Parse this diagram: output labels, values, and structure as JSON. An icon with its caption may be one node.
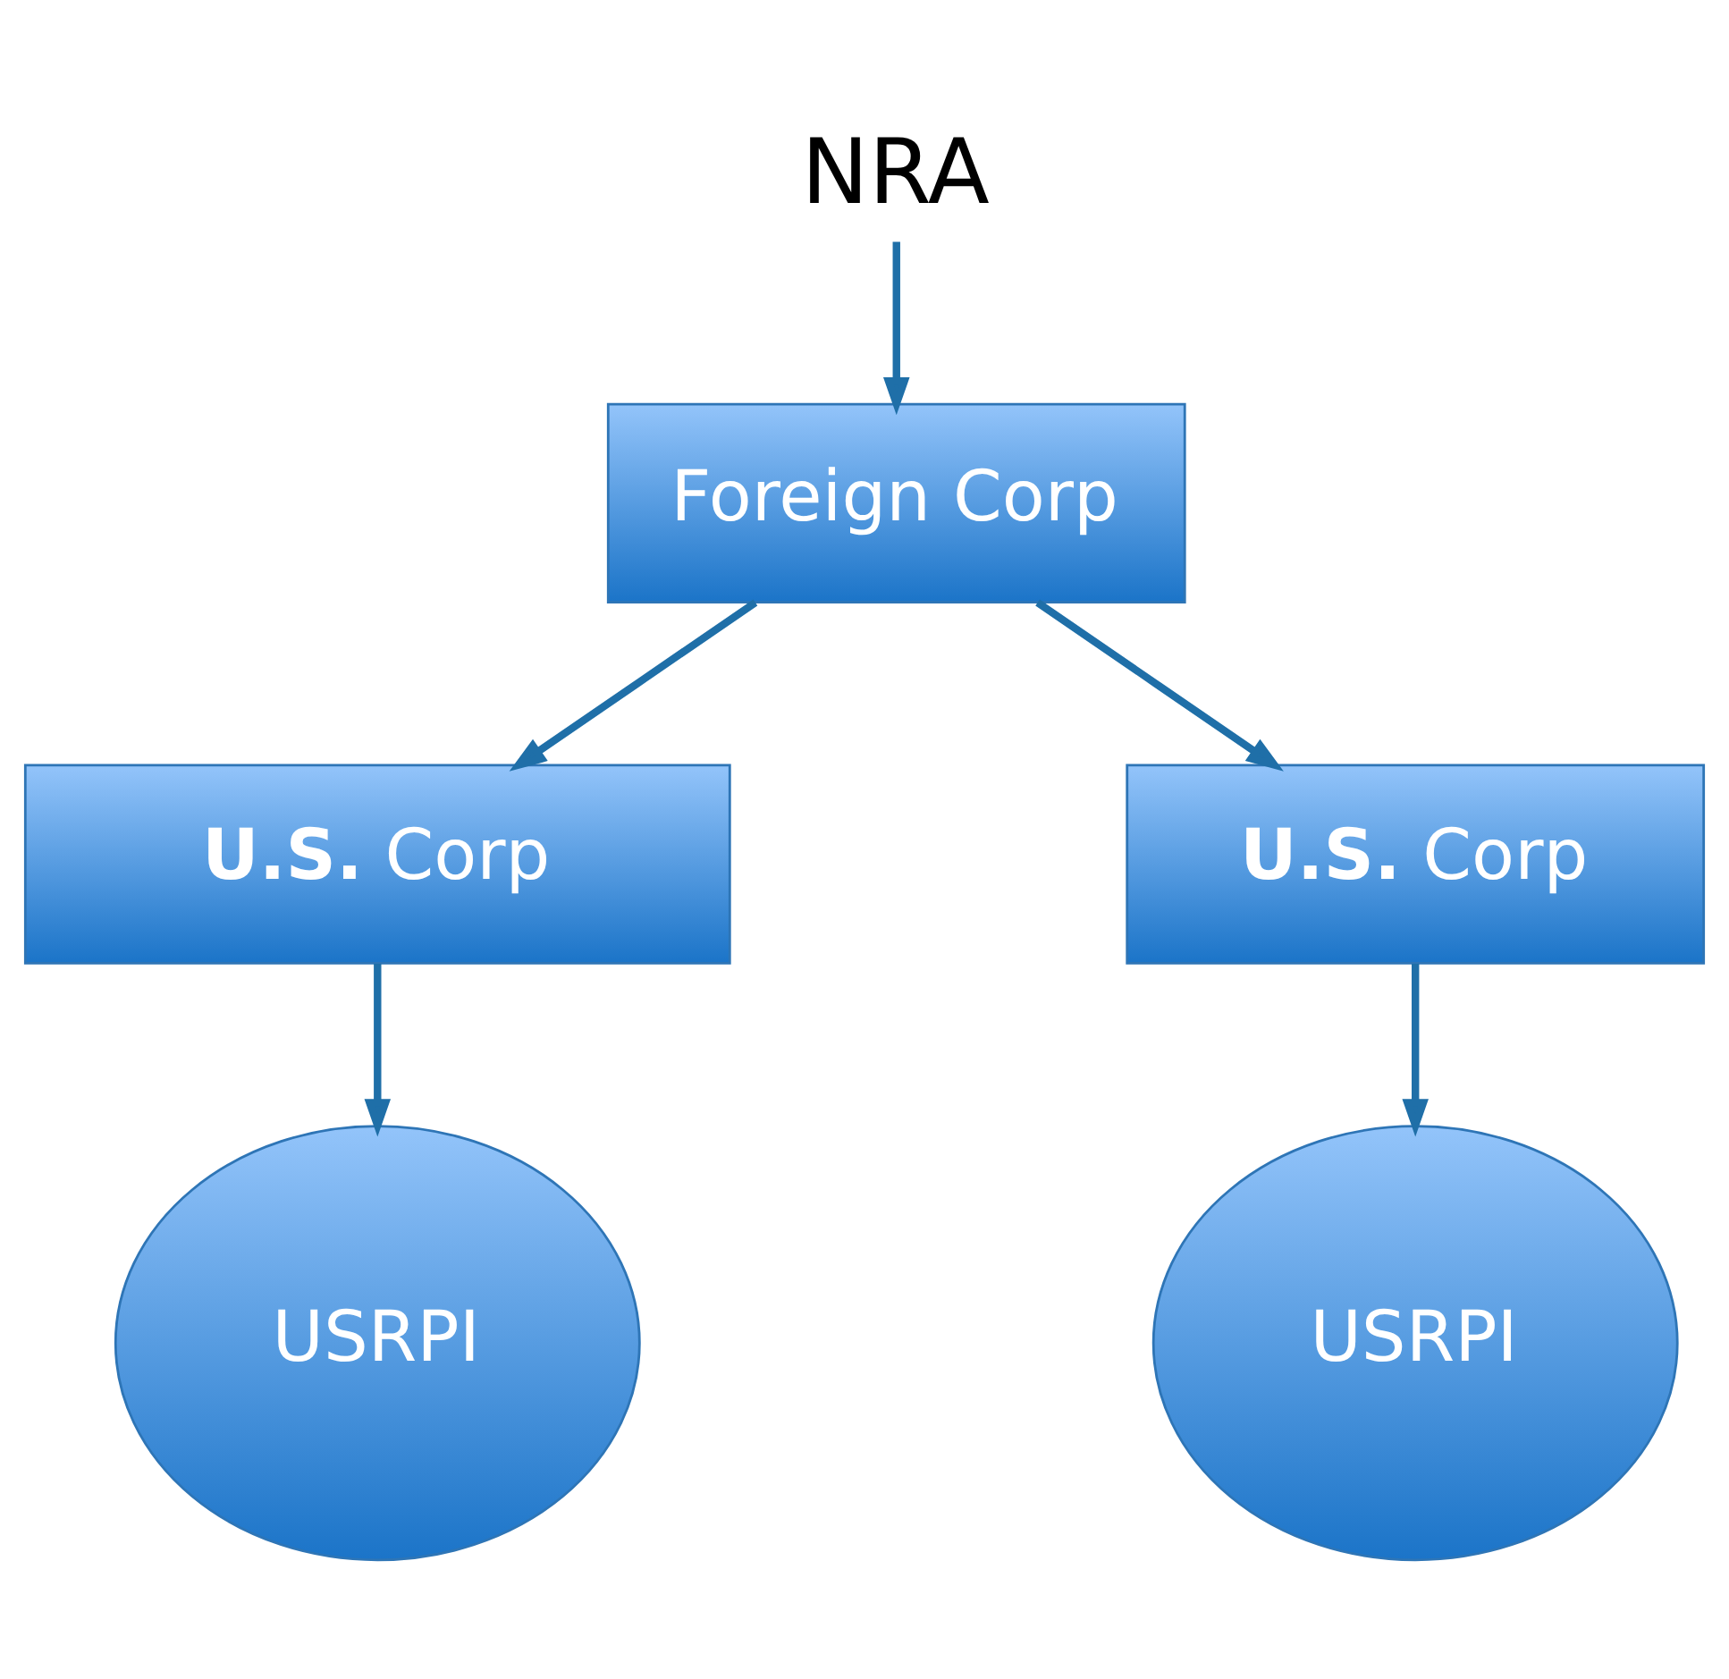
{
  "diagram": {
    "nodes": [
      {
        "text": [
          "NRA"
        ]
      },
      {
        "text": [
          "Foreign Corp"
        ]
      },
      {
        "text": [
          "**U.S.** Corp"
        ]
      },
      {
        "text": [
          "**U.S.** Corp"
        ]
      },
      {
        "text": [
          "USRPI"
        ]
      },
      {
        "text": [
          "USRPI"
        ]
      }
    ],
    "edges": [
      {
        "from": 0,
        "to": 1,
        "arrow": "to"
      },
      {
        "from": 1,
        "to": 2,
        "arrow": "to"
      },
      {
        "from": 1,
        "to": 3,
        "arrow": "to"
      },
      {
        "from": 2,
        "to": 4,
        "arrow": "to"
      },
      {
        "from": 3,
        "to": 5,
        "arrow": "to"
      }
    ]
  }
}
